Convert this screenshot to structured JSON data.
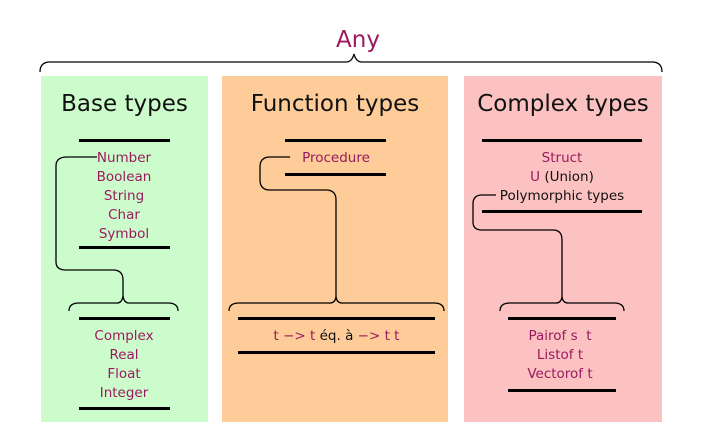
{
  "top_label": "Any",
  "colors": {
    "accent_text": "#9a1a5e",
    "base_panel": "#ccfccc",
    "function_panel": "#fdcc98",
    "complex_panel": "#fcc2c2"
  },
  "base": {
    "title": "Base types",
    "items": [
      "Number",
      "Boolean",
      "String",
      "Char",
      "Symbol"
    ],
    "sub_items": [
      "Complex",
      "Real",
      "Float",
      "Integer"
    ]
  },
  "function": {
    "title": "Function types",
    "items": [
      "Procedure"
    ],
    "arrow_expr": {
      "lhs": "t",
      "arrow1": "−>",
      "rhs": "t",
      "eq": "éq. à",
      "arrow2": "−>",
      "args": "t t"
    }
  },
  "complex": {
    "title": "Complex types",
    "items": [
      "Struct",
      "U",
      "(Union)",
      "Polymorphic types"
    ],
    "sub_items": [
      {
        "name": "Pairof",
        "arg": "s  t"
      },
      {
        "name": "Listof",
        "arg": "t"
      },
      {
        "name": "Vectorof",
        "arg": "t"
      }
    ]
  }
}
